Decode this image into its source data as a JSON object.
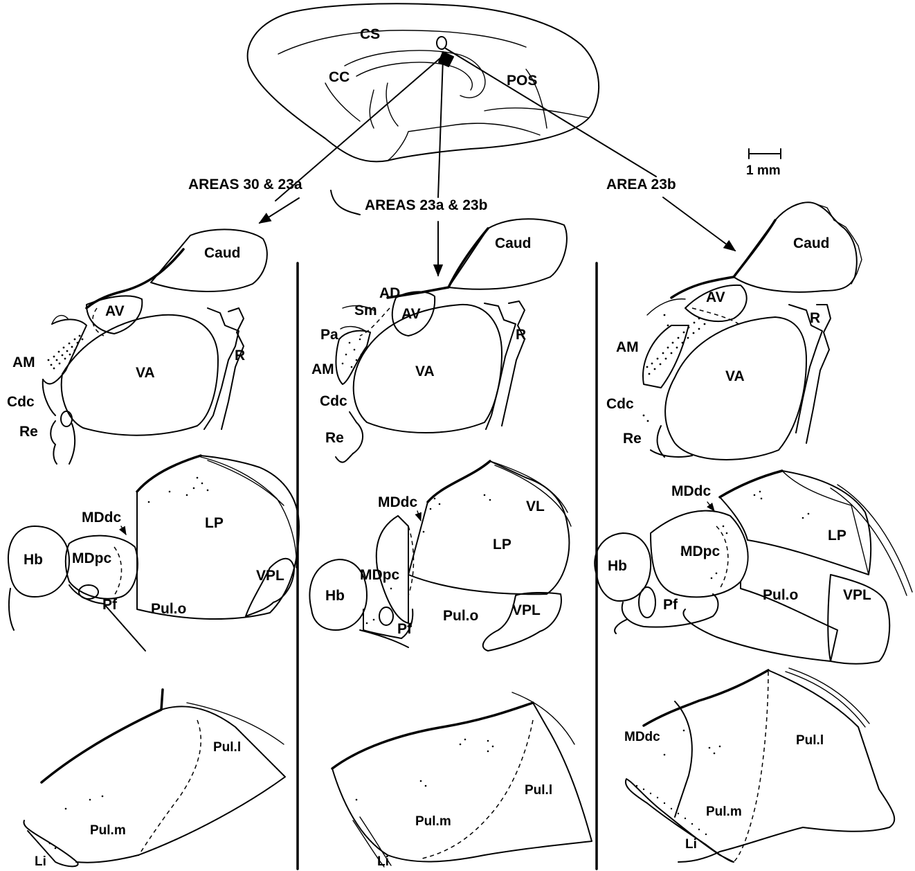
{
  "brain": {
    "cs": "CS",
    "cc": "CC",
    "pos": "POS"
  },
  "scale": {
    "label": "1 mm"
  },
  "projections": {
    "left": "AREAS 30 & 23a",
    "middle": "AREAS 23a & 23b",
    "right": "AREA 23b"
  },
  "columns": [
    {
      "row1": {
        "caud": "Caud",
        "av": "AV",
        "r": "R",
        "am": "AM",
        "va": "VA",
        "cdc": "Cdc",
        "re": "Re"
      },
      "row2": {
        "mddc": "MDdc",
        "lp": "LP",
        "hb": "Hb",
        "mdpc": "MDpc",
        "vpl": "VPL",
        "pf": "Pf",
        "pulo": "Pul.o"
      },
      "row3": {
        "pull": "Pul.l",
        "pulm": "Pul.m",
        "li": "Li"
      }
    },
    {
      "row1": {
        "caud": "Caud",
        "ad": "AD",
        "sm": "Sm",
        "av": "AV",
        "pa": "Pa",
        "r": "R",
        "am": "AM",
        "va": "VA",
        "cdc": "Cdc",
        "re": "Re"
      },
      "row2": {
        "mddc": "MDdc",
        "vl": "VL",
        "lp": "LP",
        "mdpc": "MDpc",
        "hb": "Hb",
        "vpl": "VPL",
        "pulo": "Pul.o",
        "pf": "Pf"
      },
      "row3": {
        "pulm": "Pul.m",
        "pull": "Pul.l",
        "li": "Li"
      }
    },
    {
      "row1": {
        "caud": "Caud",
        "av": "AV",
        "r": "R",
        "am": "AM",
        "va": "VA",
        "cdc": "Cdc",
        "re": "Re"
      },
      "row2": {
        "mddc": "MDdc",
        "lp": "LP",
        "hb": "Hb",
        "mdpc": "MDpc",
        "pulo": "Pul.o",
        "vpl": "VPL",
        "pf": "Pf"
      },
      "row3": {
        "mddc": "MDdc",
        "pull": "Pul.l",
        "pulm": "Pul.m",
        "li": "Li"
      }
    }
  ]
}
